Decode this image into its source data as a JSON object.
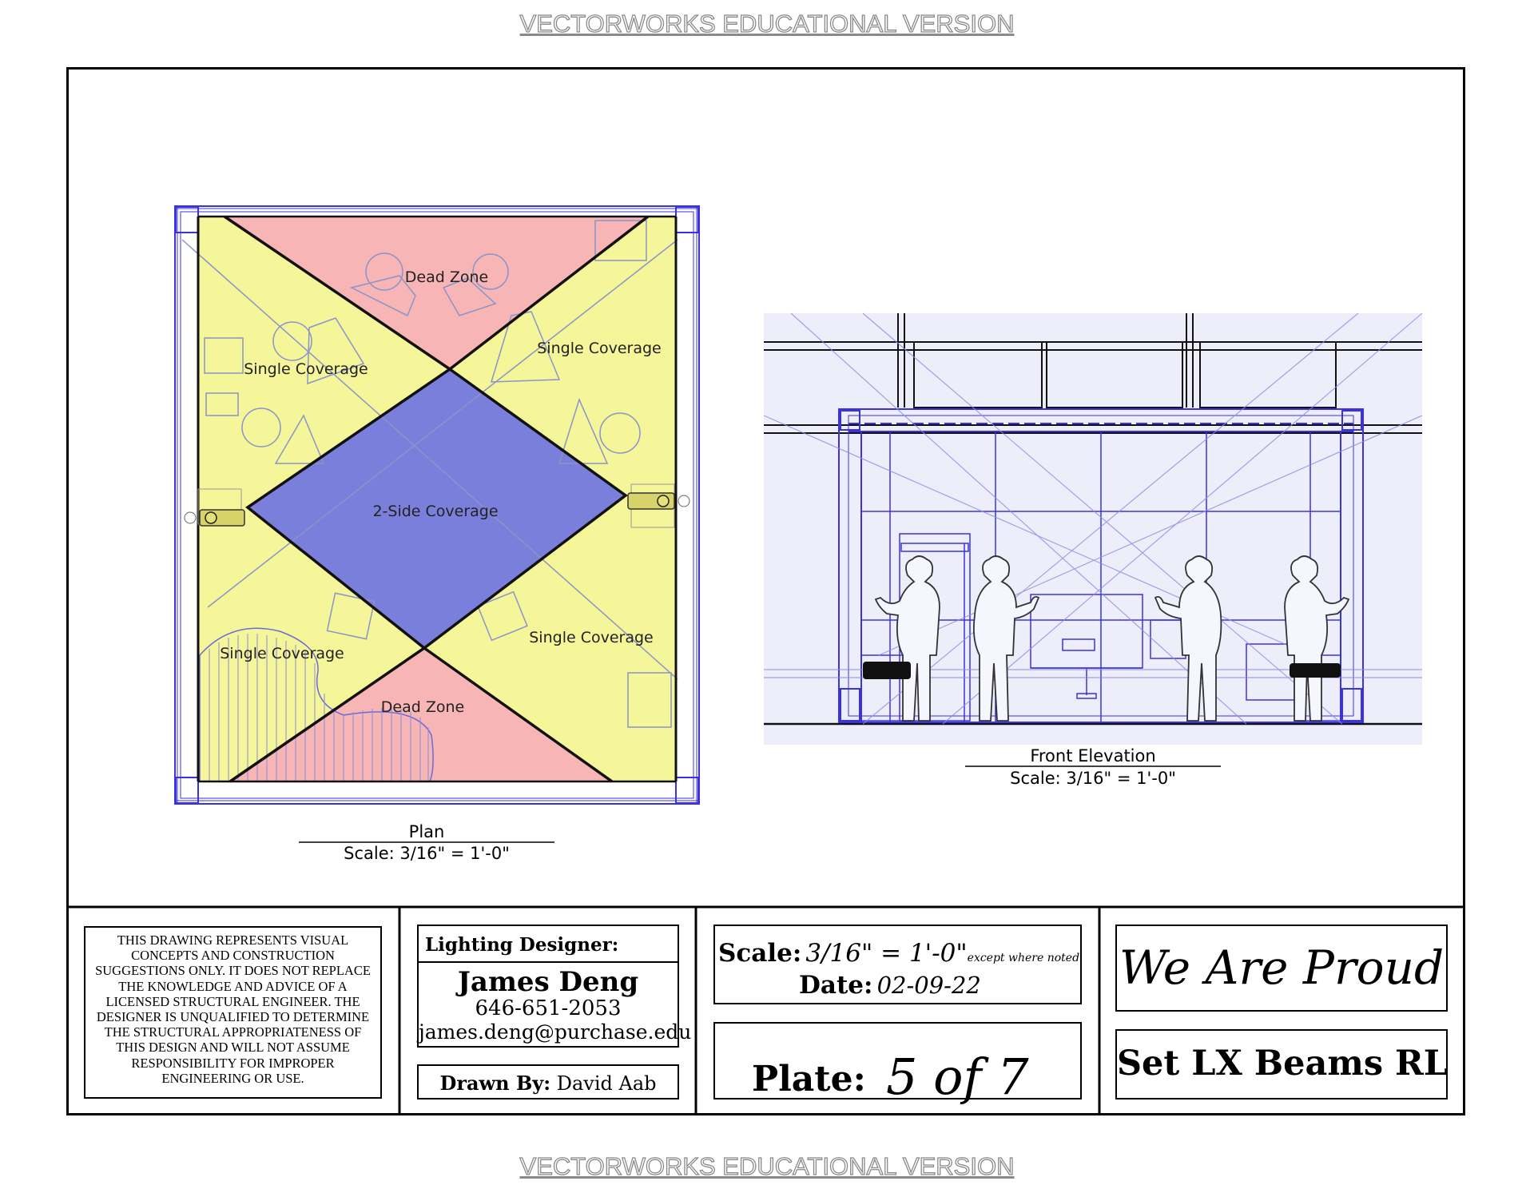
{
  "watermark": "VECTORWORKS EDUCATIONAL VERSION",
  "plan": {
    "zones": {
      "dead_top": "Dead Zone",
      "dead_bottom": "Dead Zone",
      "single_tl": "Single Coverage",
      "single_tr": "Single Coverage",
      "single_bl": "Single Coverage",
      "single_br": "Single Coverage",
      "two_side": "2-Side Coverage"
    },
    "title": "Plan",
    "scale": "Scale: 3/16\" = 1'-0\""
  },
  "elevation": {
    "title": "Front Elevation",
    "scale": "Scale: 3/16\" = 1'-0\""
  },
  "colors": {
    "dead_zone": "#f7b5b5",
    "single_coverage": "#f5f59a",
    "two_side_coverage": "#7b7fdc",
    "drafting_blue": "#3a32e0",
    "elevation_bg": "#eeeefb"
  },
  "title_block": {
    "disclaimer": "THIS DRAWING REPRESENTS VISUAL CONCEPTS AND CONSTRUCTION SUGGESTIONS ONLY. IT DOES NOT REPLACE THE KNOWLEDGE AND ADVICE OF A LICENSED STRUCTURAL ENGINEER. THE DESIGNER IS UNQUALIFIED TO DETERMINE THE STRUCTURAL APPROPRIATENESS OF THIS DESIGN AND WILL NOT ASSUME RESPONSIBILITY FOR IMPROPER ENGINEERING OR USE.",
    "designer_label": "Lighting Designer:",
    "designer_name": "James Deng",
    "designer_phone": "646-651-2053",
    "designer_email": "james.deng@purchase.edu",
    "drawn_by_label": "Drawn By:",
    "drawn_by_name": "David Aab",
    "scale_label": "Scale:",
    "scale_value": "3/16\" = 1'-0\"",
    "scale_note": "except where noted",
    "date_label": "Date:",
    "date_value": "02-09-22",
    "plate_label": "Plate:",
    "plate_value": "5 of 7",
    "show_title": "We Are Proud",
    "sheet_title": "Set LX Beams RL"
  }
}
